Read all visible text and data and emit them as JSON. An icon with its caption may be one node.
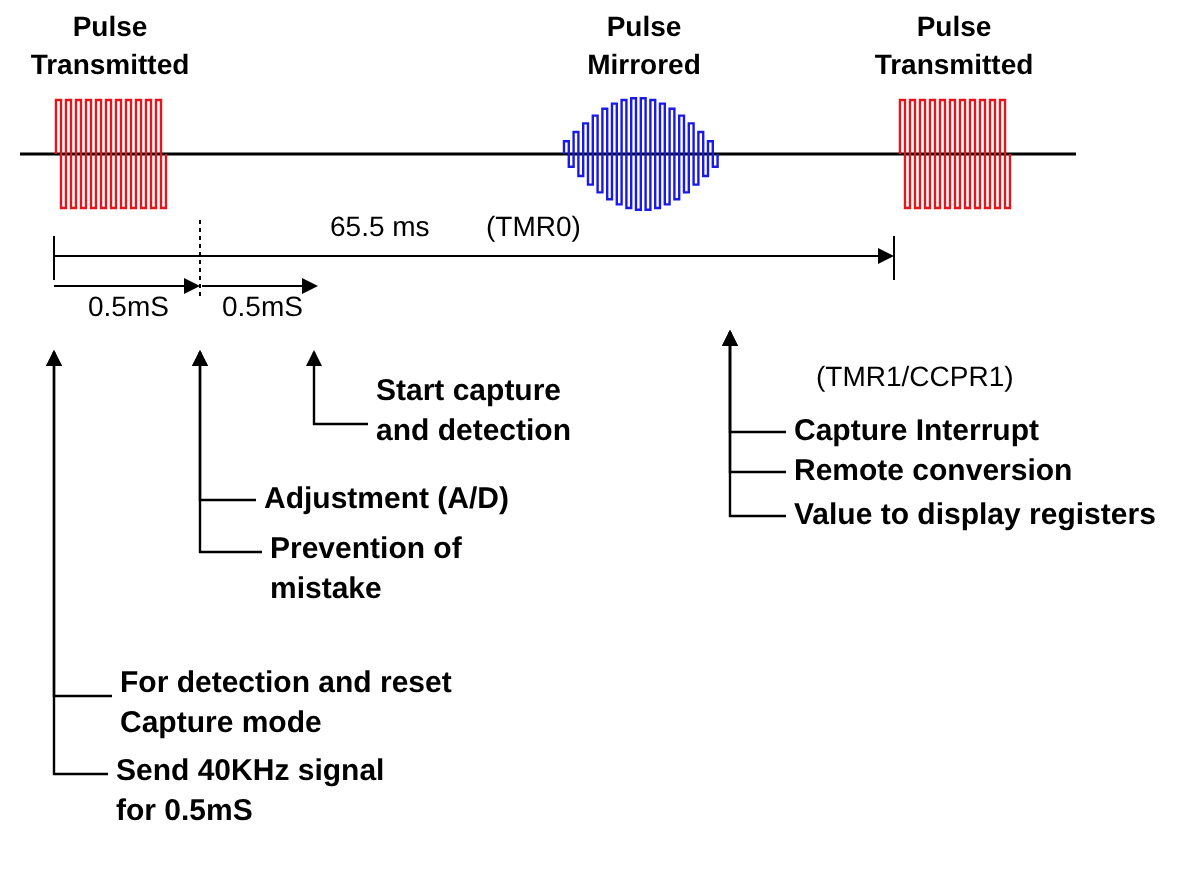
{
  "diagram": {
    "nodes": [
      {
        "text": [
          "Pulse Transmitted"
        ]
      },
      {
        "text": [
          "Pulse Mirrored"
        ]
      },
      {
        "text": [
          "Pulse Transmitted"
        ]
      },
      {
        "text": [
          "Start capture and detection"
        ]
      },
      {
        "text": [
          "Adjustment (A/D)"
        ]
      },
      {
        "text": [
          "Prevention of mistake"
        ]
      },
      {
        "text": [
          "Capture Interrupt"
        ]
      },
      {
        "text": [
          "Remote conversion"
        ]
      },
      {
        "text": [
          "Value to display registers"
        ]
      },
      {
        "text": [
          "For detection and reset Capture mode"
        ]
      },
      {
        "text": [
          "Send 40KHz signal for 0.5mS"
        ]
      }
    ],
    "edges": [
      {
        "from": 3,
        "to": null,
        "arrow": "to"
      },
      {
        "from": 4,
        "to": null,
        "arrow": "to"
      },
      {
        "from": 5,
        "to": null,
        "arrow": "to"
      },
      {
        "from": 6,
        "to": null,
        "arrow": "to"
      },
      {
        "from": 7,
        "to": null,
        "arrow": "to"
      },
      {
        "from": 8,
        "to": null,
        "arrow": "to"
      },
      {
        "from": 9,
        "to": null,
        "arrow": "to"
      },
      {
        "from": 10,
        "to": null,
        "arrow": "to"
      }
    ],
    "labels": [
      "65.5 ms",
      "(TMR0)",
      "0.5mS",
      "0.5mS",
      "(TMR1/CCPR1)"
    ]
  }
}
